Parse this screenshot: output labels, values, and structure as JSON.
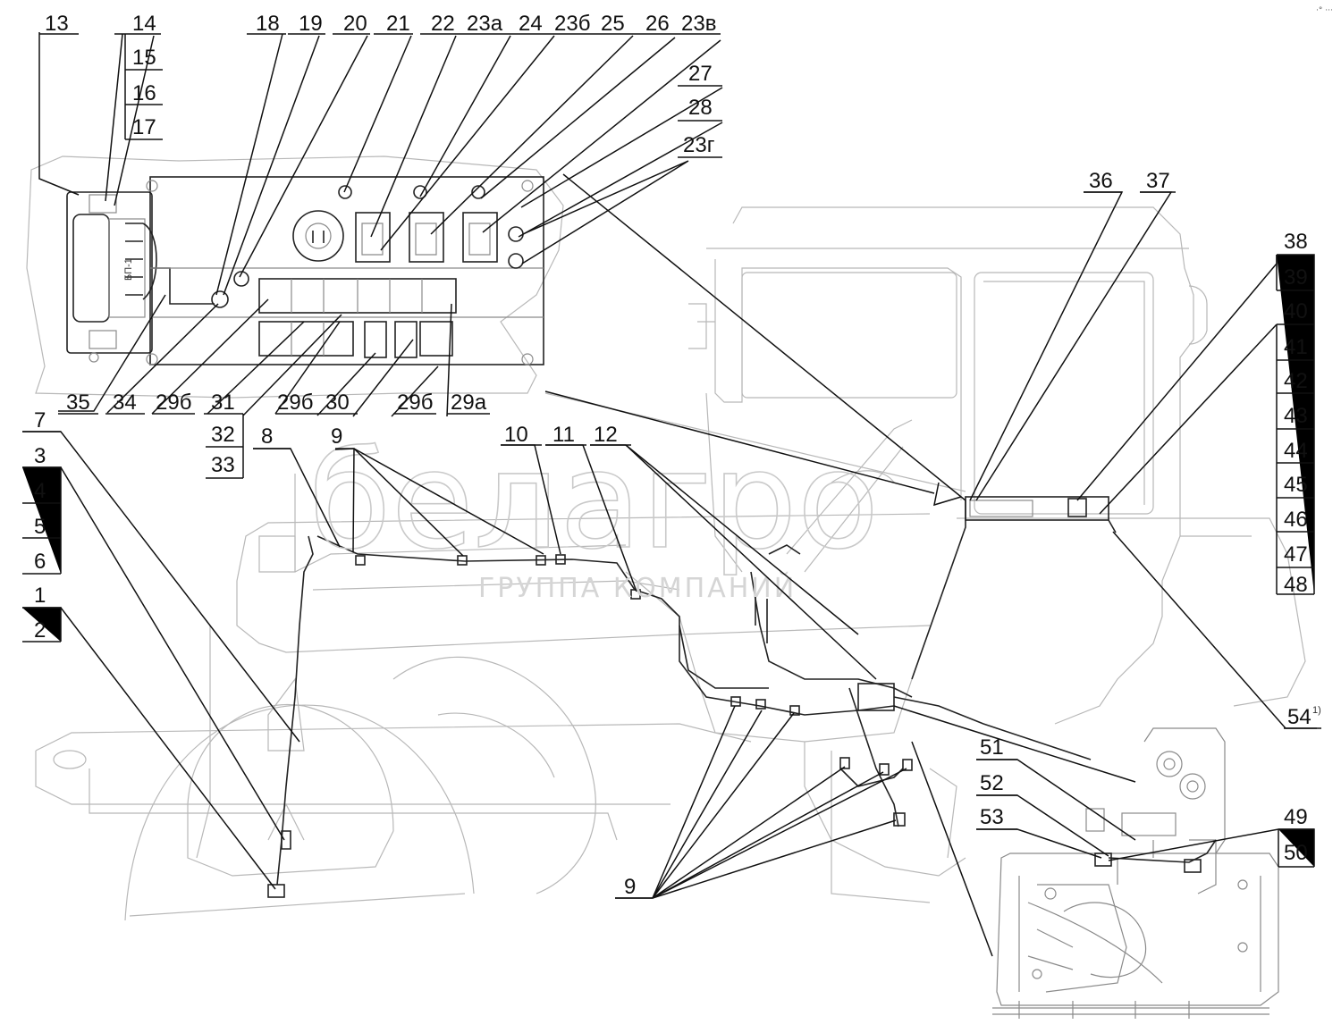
{
  "corner_marks": "·° ···",
  "watermark": {
    "brand": "белагро",
    "tagline": "ГРУППА КОМПАНИЙ"
  },
  "block_label": "БП-1",
  "callouts": {
    "c1": "1",
    "c2": "2",
    "c3": "3",
    "c4": "4",
    "c5": "5",
    "c6": "6",
    "c7": "7",
    "c8": "8",
    "c9_top": "9",
    "c9_bottom": "9",
    "c10": "10",
    "c11": "11",
    "c12": "12",
    "c13": "13",
    "c14": "14",
    "c15": "15",
    "c16": "16",
    "c17": "17",
    "c18": "18",
    "c19": "19",
    "c20": "20",
    "c21": "21",
    "c22": "22",
    "c23a": "23а",
    "c23b": "23б",
    "c23v": "23в",
    "c23g": "23г",
    "c24": "24",
    "c25": "25",
    "c26": "26",
    "c27": "27",
    "c28": "28",
    "c29a": "29а",
    "c29b_1": "29б",
    "c29b_2": "29б",
    "c29b_3": "29б",
    "c30": "30",
    "c31": "31",
    "c32": "32",
    "c33": "33",
    "c34": "34",
    "c35": "35",
    "c36": "36",
    "c37": "37",
    "c38": "38",
    "c39": "39",
    "c40": "40",
    "c41": "41",
    "c42": "42",
    "c43": "43",
    "c44": "44",
    "c45": "45",
    "c46": "46",
    "c47": "47",
    "c48": "48",
    "c49": "49",
    "c50": "50",
    "c51": "51",
    "c52": "52",
    "c53": "53",
    "c54": "54",
    "c54_note": "1)"
  }
}
